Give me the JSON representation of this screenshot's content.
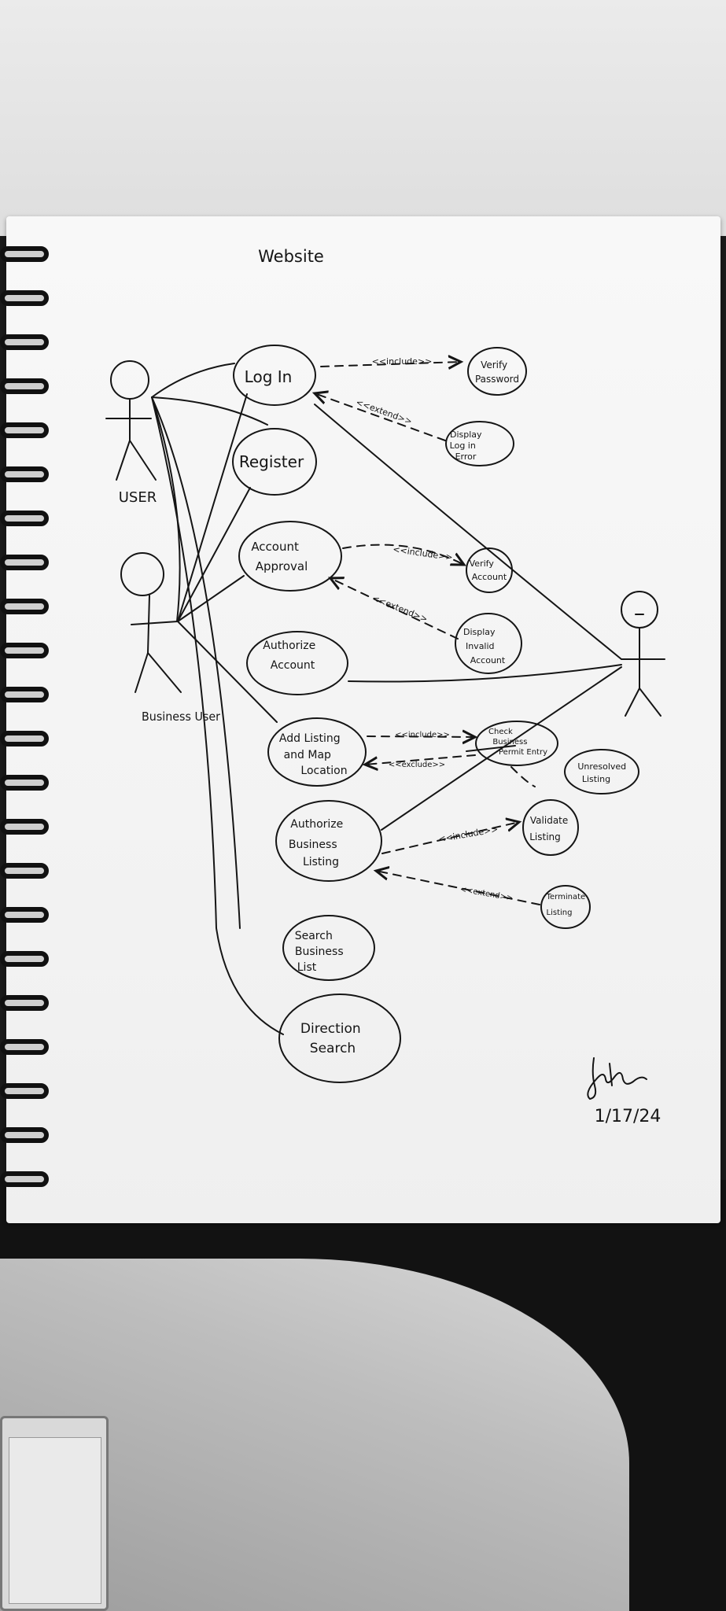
{
  "diagram": {
    "title": "Website",
    "actors": {
      "user": "USER",
      "business_user": "Business User",
      "admin": ""
    },
    "use_cases": {
      "login": "Log In",
      "register": "Register",
      "account_approval": [
        "Account",
        "Approval"
      ],
      "authorize_account": [
        "Authorize",
        "Account"
      ],
      "add_listing": [
        "Add Listing",
        "and Map",
        "Location"
      ],
      "authorize_business_listing": [
        "Authorize",
        "Business",
        "Listing"
      ],
      "search_business_list": [
        "Search",
        "Business",
        "List"
      ],
      "direction_search": [
        "Direction",
        "Search"
      ],
      "verify_password": [
        "Verify",
        "Password"
      ],
      "display_login_error": [
        "Display",
        "Log in",
        "Error"
      ],
      "verify_account": [
        "Verify",
        "Account"
      ],
      "display_invalid_account": [
        "Display",
        "Invalid",
        "Account"
      ],
      "check_business_permit": [
        "Check",
        "Business",
        "Permit Entry"
      ],
      "unresolved_listing": [
        "Unresolved",
        "Listing"
      ],
      "validate_listing": [
        "Validate",
        "Listing"
      ],
      "terminate_listing": [
        "Terminate",
        "Listing"
      ]
    },
    "relations": {
      "login_include": "<<include>>",
      "login_extend": "<<extend>>",
      "approval_include": "<<include>>",
      "approval_extend": "<<extend>>",
      "listing_include": "<<include>>",
      "listing_exclude": "<<exclude>>",
      "authorize_include": "<<include>>",
      "authorize_extend": "<<extend>>"
    },
    "signature_date": "1/17/24"
  }
}
